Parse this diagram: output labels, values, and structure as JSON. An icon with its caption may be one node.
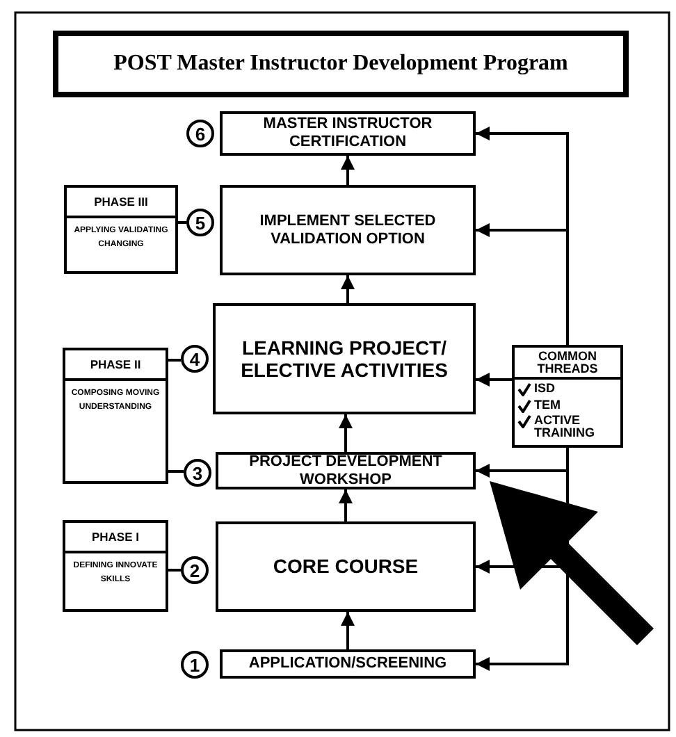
{
  "diagram": {
    "title": "POST Master Instructor Development Program",
    "nodes": [
      {
        "text": [
          "6"
        ]
      },
      {
        "text": [
          "MASTER INSTRUCTOR CERTIFICATION"
        ]
      },
      {
        "text": [
          "PHASE III",
          "APPLYING VALIDATING CHANGING"
        ]
      },
      {
        "text": [
          "5"
        ]
      },
      {
        "text": [
          "IMPLEMENT SELECTED VALIDATION OPTION"
        ]
      },
      {
        "text": [
          "4"
        ]
      },
      {
        "text": [
          "LEARNING PROJECT/ ELECTIVE ACTIVITIES"
        ]
      },
      {
        "text": [
          "PHASE II",
          "COMPOSING MOVING UNDERSTANDING"
        ]
      },
      {
        "text": [
          "COMMON THREADS",
          "ISD",
          "TEM",
          "ACTIVE TRAINING"
        ]
      },
      {
        "text": [
          "3"
        ]
      },
      {
        "text": [
          "PROJECT DEVELOPMENT WORKSHOP"
        ]
      },
      {
        "text": [
          "PHASE I",
          "DEFINING INNOVATE SKILLS"
        ]
      },
      {
        "text": [
          "2"
        ]
      },
      {
        "text": [
          "CORE COURSE"
        ]
      },
      {
        "text": [
          "1"
        ]
      },
      {
        "text": [
          "APPLICATION/SCREENING"
        ]
      }
    ],
    "edges": [
      {
        "from": 15,
        "to": 13,
        "arrow": "to"
      },
      {
        "from": 13,
        "to": 10,
        "arrow": "to"
      },
      {
        "from": 10,
        "to": 6,
        "arrow": "to"
      },
      {
        "from": 6,
        "to": 4,
        "arrow": "to"
      },
      {
        "from": 4,
        "to": 1,
        "arrow": "to"
      },
      {
        "from": 2,
        "to": 3,
        "arrow": "none"
      },
      {
        "from": 7,
        "to": 5,
        "arrow": "none"
      },
      {
        "from": 7,
        "to": 9,
        "arrow": "none"
      },
      {
        "from": 11,
        "to": 12,
        "arrow": "none"
      },
      {
        "from": 8,
        "to": 1,
        "arrow": "to"
      },
      {
        "from": 8,
        "to": 4,
        "arrow": "to"
      },
      {
        "from": 8,
        "to": 6,
        "arrow": "to"
      },
      {
        "from": 8,
        "to": 10,
        "arrow": "to"
      },
      {
        "from": 8,
        "to": 13,
        "arrow": "to"
      },
      {
        "from": 8,
        "to": 15,
        "arrow": "to"
      }
    ]
  }
}
